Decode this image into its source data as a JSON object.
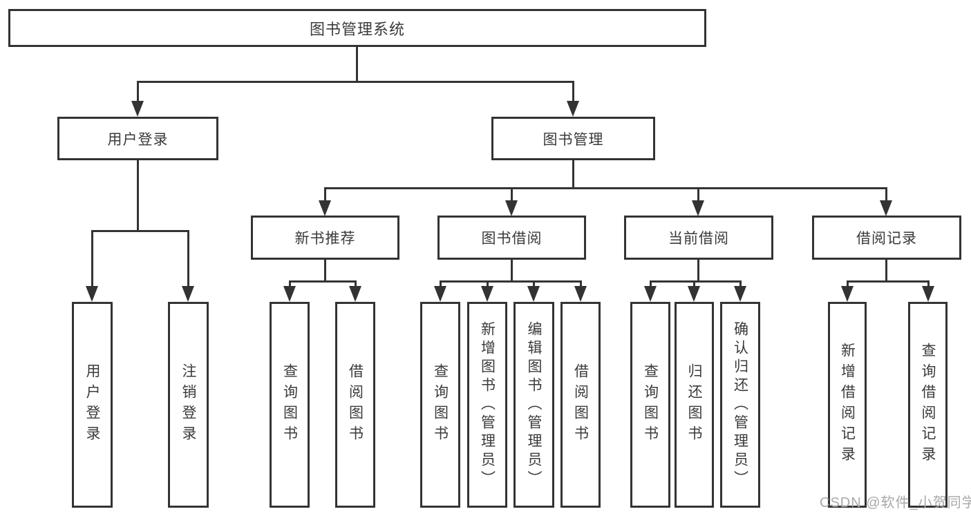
{
  "diagram_title": "图书管理系统",
  "colors": {
    "line": "#333333",
    "text": "#3a3a3a",
    "background": "#ffffff",
    "watermark": "#a8a8a8"
  },
  "nodes": {
    "root": "图书管理系统",
    "level2": [
      "用户登录",
      "图书管理"
    ],
    "level3": [
      "新书推荐",
      "图书借阅",
      "当前借阅",
      "借阅记录"
    ],
    "leaves_user": [
      "用户登录",
      "注销登录"
    ],
    "leaves_recommend": [
      "查询图书",
      "借阅图书"
    ],
    "leaves_borrow": [
      "查询图书",
      "新增图书（管理员）",
      "编辑图书（管理员）",
      "借阅图书"
    ],
    "leaves_current": [
      "查询图书",
      "归还图书",
      "确认归还（管理员）"
    ],
    "leaves_record": [
      "新增借阅记录",
      "查询借阅记录"
    ]
  },
  "watermark": "CSDN @软件_小贺同学"
}
